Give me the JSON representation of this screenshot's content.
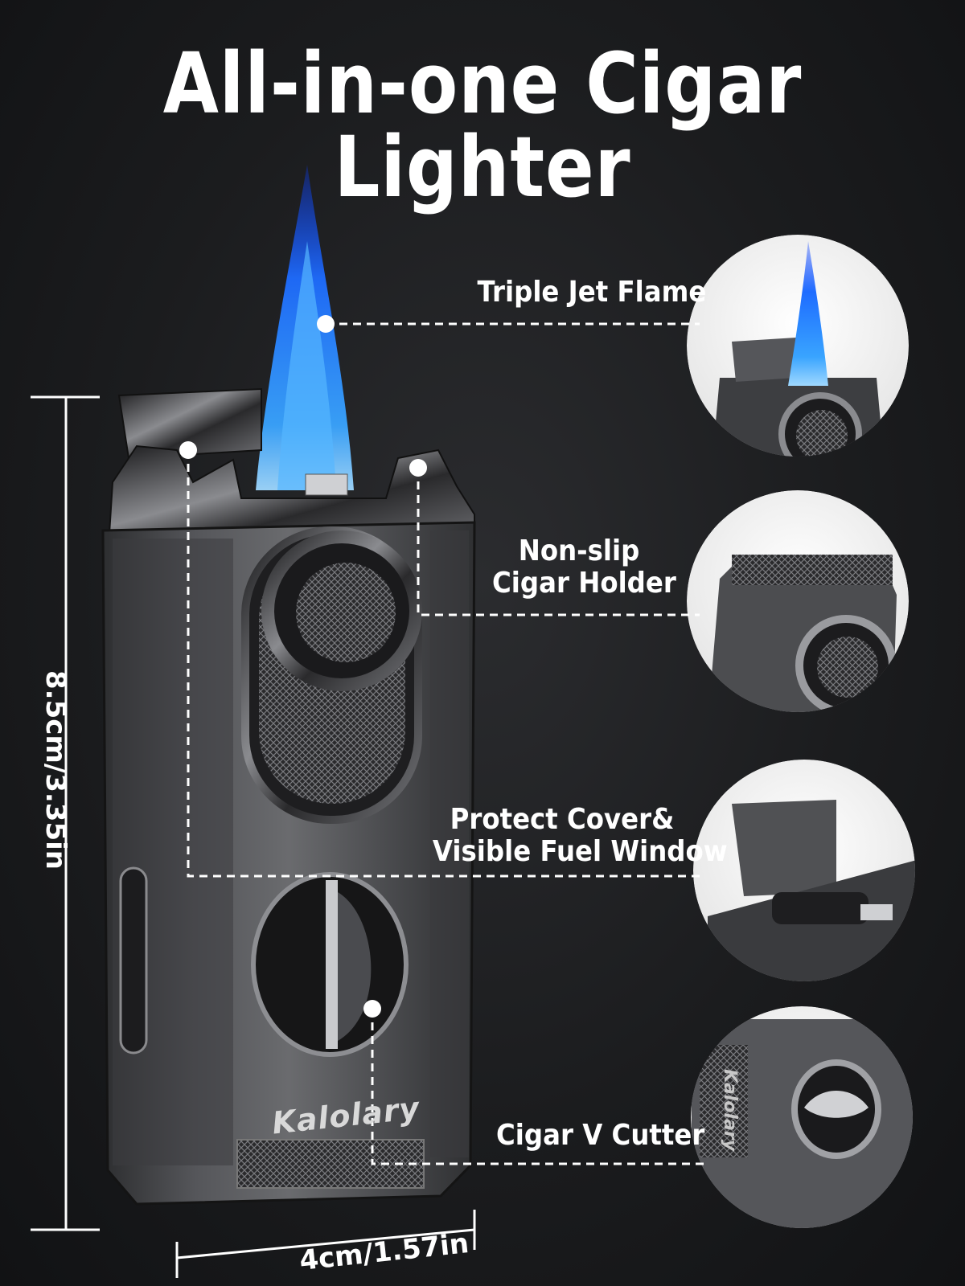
{
  "title": "All-in-one Cigar Lighter",
  "brand": "Kalolary",
  "callouts": [
    {
      "lines": [
        "Triple Jet Flame"
      ]
    },
    {
      "lines": [
        "Non-slip",
        "Cigar Holder"
      ]
    },
    {
      "lines": [
        "Protect Cover&",
        "Visible Fuel Window"
      ]
    },
    {
      "lines": [
        "Cigar V Cutter"
      ]
    }
  ],
  "dimensions": {
    "height": "8.5cm/3.35in",
    "width": "4cm/1.57in"
  },
  "colors": {
    "background": "#1b1c1e",
    "flame": "#1e90ff",
    "metal": "#4a4a4c",
    "text": "#ffffff"
  }
}
